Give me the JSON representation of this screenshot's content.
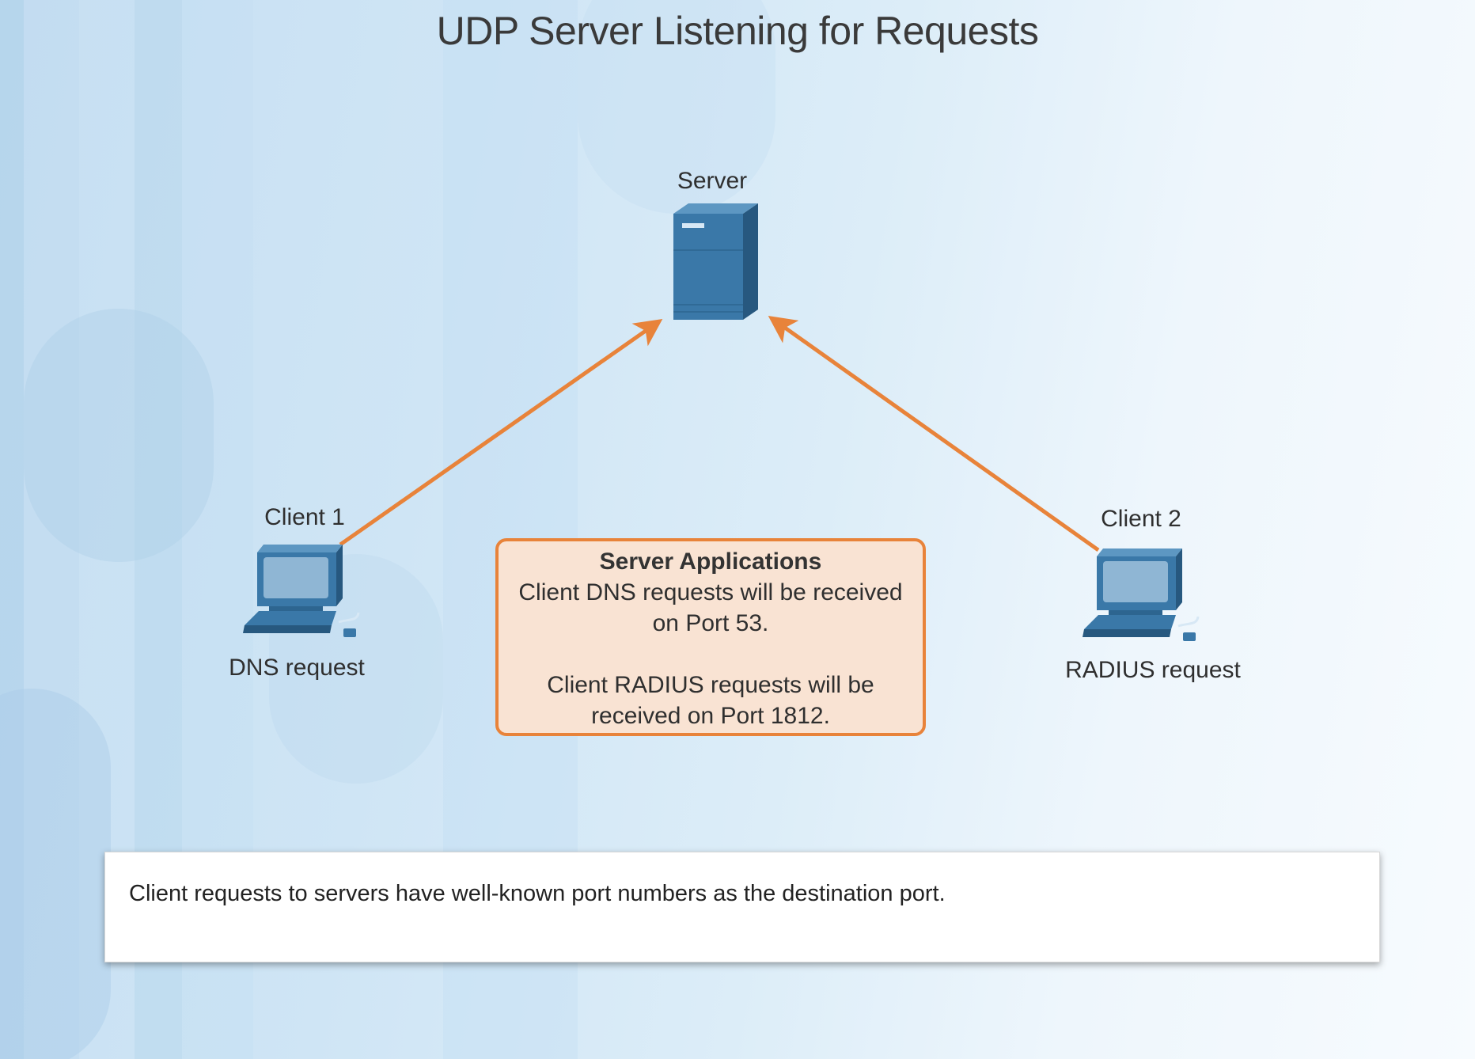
{
  "title": "UDP Server Listening for Requests",
  "nodes": {
    "server": {
      "label": "Server"
    },
    "client1": {
      "label": "Client 1",
      "request": "DNS request"
    },
    "client2": {
      "label": "Client 2",
      "request": "RADIUS request"
    }
  },
  "info_box": {
    "heading": "Server Applications",
    "line1": "Client DNS requests will be received",
    "line2": "on Port 53.",
    "line3": "Client RADIUS requests will be",
    "line4": "received on Port 1812."
  },
  "caption": "Client requests to servers have well-known port numbers as the destination port.",
  "colors": {
    "arrow": "#e8833a",
    "device": "#3a78a8",
    "box_fill": "#f9e3d3"
  }
}
